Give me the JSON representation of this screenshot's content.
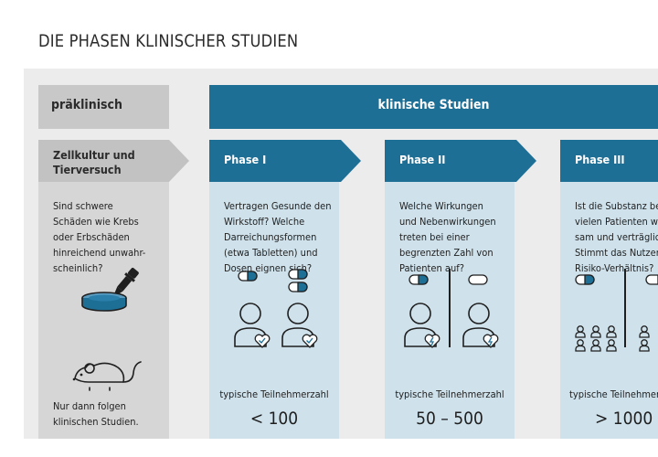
{
  "title": "DIE PHASEN KLINISCHER STUDIEN",
  "headers": {
    "preclinical": "präklinisch",
    "clinical": "klinische Studien"
  },
  "preclinical": {
    "heading": "Zellkultur und Tierversuch",
    "question_lines": [
      "Sind schwere",
      "Schäden wie Krebs",
      "oder Erbschäden",
      "hinreichend unwahr-",
      "scheinlich?"
    ],
    "note_lines": [
      "Nur dann folgen",
      "klinischen Studien."
    ]
  },
  "phases": [
    {
      "name": "Phase I",
      "question_lines": [
        "Vertragen Gesunde den",
        "Wirkstoff? Welche",
        "Darreichungsformen",
        "(etwa Tabletten) und",
        "Dosen eignen sich?"
      ],
      "participants_label": "typische Teilnehmerzahl",
      "participants": "< 100"
    },
    {
      "name": "Phase II",
      "question_lines": [
        "Welche Wirkungen",
        "und Nebenwirkungen",
        "treten bei einer",
        "begrenzten Zahl von",
        "Patienten auf?"
      ],
      "participants_label": "typische Teilnehmerzahl",
      "participants": "50 – 500"
    },
    {
      "name": "Phase III",
      "question_lines": [
        "Ist die Substanz be",
        "vielen Patienten w",
        "sam und verträglic",
        "Stimmt das Nutzen",
        "Risiko-Verhältnis?"
      ],
      "participants_label": "typische Teilnehmerz",
      "participants": "> 1000"
    }
  ],
  "colors": {
    "panel_bg": "#ececec",
    "pre_header": "#c8c8c8",
    "pre_column": "#d6d6d6",
    "clinical_blue": "#1e6f96",
    "phase_column": "#cfe2ec",
    "arrow_grey": "#c2c2c2",
    "icon_outline": "#2b2b2b",
    "pill_blue": "#1e6f96"
  },
  "icons": [
    "pipette-icon",
    "petri-dish-icon",
    "mouse-icon",
    "pill-icon",
    "person-icon",
    "heart-check-icon",
    "heart-flash-icon"
  ]
}
